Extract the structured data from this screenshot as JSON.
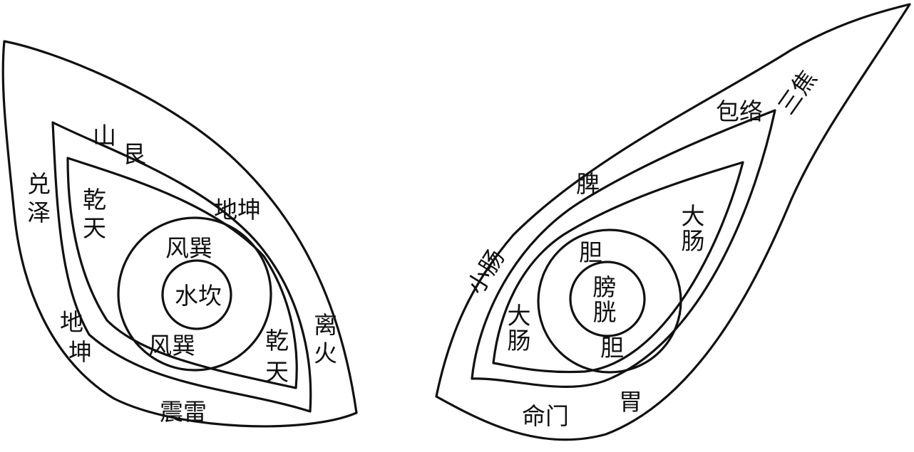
{
  "left_eye": {
    "labels": {
      "shan": "山",
      "gen": "艮",
      "dui": "兑",
      "ze": "泽",
      "qian_top": "乾",
      "tian_top": "天",
      "di_kun_top": "地坤",
      "feng_xun_top": "风巽",
      "shui_kan": "水坎",
      "di_bottom": "地",
      "kun_bottom": "坤",
      "feng_xun_bottom": "风巽",
      "qian_bottom": "乾",
      "tian_bottom": "天",
      "li": "离",
      "huo": "火",
      "zhen_lei": "震雷"
    }
  },
  "right_eye": {
    "labels": {
      "bao_luo": "包络",
      "san_jiao": "三焦",
      "pi": "脾",
      "xiao_chang": "小肠",
      "da_chang_top": "大肠",
      "dan_top": "胆",
      "pang_guang": "膀胱",
      "da_chang_left": "大肠",
      "dan_bottom": "胆",
      "wei": "胃",
      "ming_men": "命门"
    }
  }
}
